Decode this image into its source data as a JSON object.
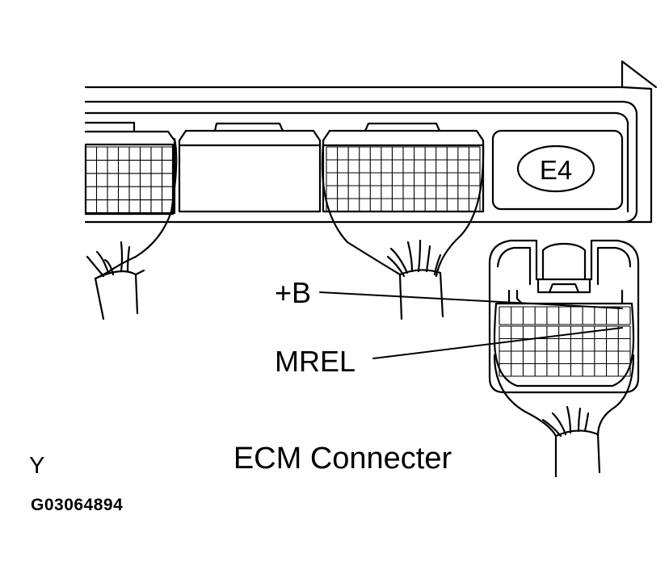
{
  "labels": {
    "plus_b": "+B",
    "mrel": "MREL",
    "connector_id": "E4",
    "caption": "ECM Connecter",
    "corner_letter": "Y",
    "figure_code": "G03064894"
  }
}
